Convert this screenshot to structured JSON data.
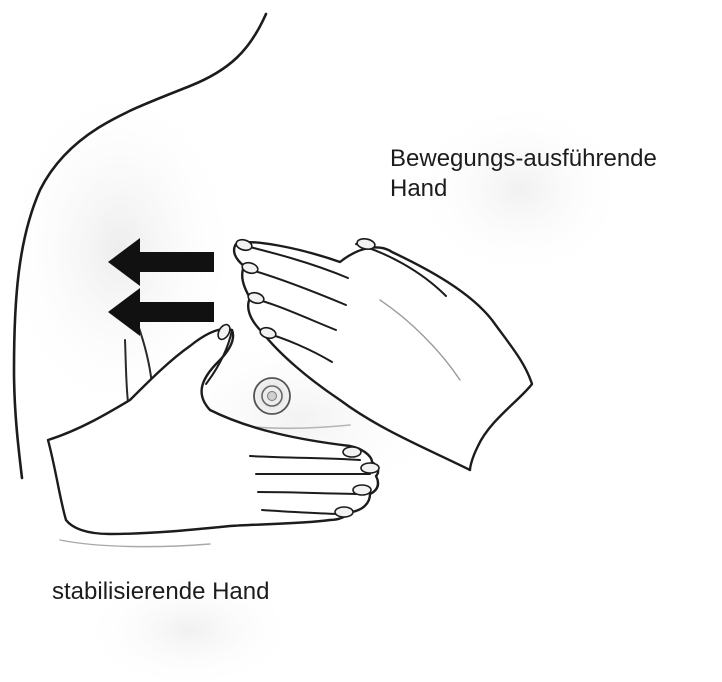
{
  "labels": {
    "moving_hand_line1": "Bewegungs-ausführende",
    "moving_hand_line2": "Hand",
    "stabilizing_hand": "stabilisierende Hand"
  },
  "icons": {
    "arrows": "left-arrow-icon"
  },
  "colors": {
    "ink": "#1c1c1c",
    "shading": "#e6e6e6",
    "background": "#ffffff"
  }
}
